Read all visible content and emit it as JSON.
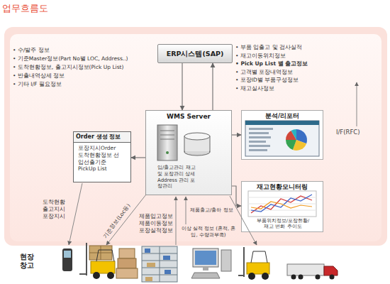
{
  "diagram": {
    "title": "업무흐름도",
    "nodes": [
      {
        "text": [
          "ERP시스템(SAP)"
        ]
      },
      {
        "text": [
          "WMS Server",
          "입/출고관리 재고 및 포장관리 상세 Address 관리 포장관리"
        ]
      },
      {
        "text": [
          "Order 생성 정보",
          "포장지시Order 도착현황정보 선입선출기준 PickUp List"
        ]
      },
      {
        "text": [
          "분석/리포터"
        ]
      },
      {
        "text": [
          "재고현황모니터링",
          "부품위치정보/포장현황/ 재고 변화 추이도"
        ]
      }
    ],
    "edges": [
      {
        "from": 0,
        "to": 1,
        "arrow": "to"
      },
      {
        "from": 1,
        "to": 0,
        "arrow": "to"
      },
      {
        "from": 1,
        "to": 2,
        "arrow": "to"
      },
      {
        "from": 1,
        "to": 3,
        "arrow": "to"
      },
      {
        "from": 1,
        "to": 4,
        "arrow": "to"
      }
    ],
    "labels": [
      "• 수/발주 정보",
      "• 기준Master정보(Part No별 LOC, Address..)",
      "• 도착현황정보, 출고지시정보(Pick Up List)",
      "• 반출내역상세 정보",
      "• 기타 I/F 필요정보",
      "• 부품 입출고 및 검사실적",
      "• 재고이동위치정보",
      "• Pick Up List 별 출고정보",
      "• 고객별 포장내역정보",
      "• 포장ID별 부품구성정보",
      "• 재고실사정보",
      "I/F(RFC)",
      "도착현황 출고지시 포장지시",
      "기준정보(Loc등)",
      "제품입고정보 제품이동정보 포장실적정보",
      "이상 실적 정보 (혼적, 혼입, 수량과부족)",
      "제품출고/출하 정보",
      "현장 창고"
    ]
  }
}
